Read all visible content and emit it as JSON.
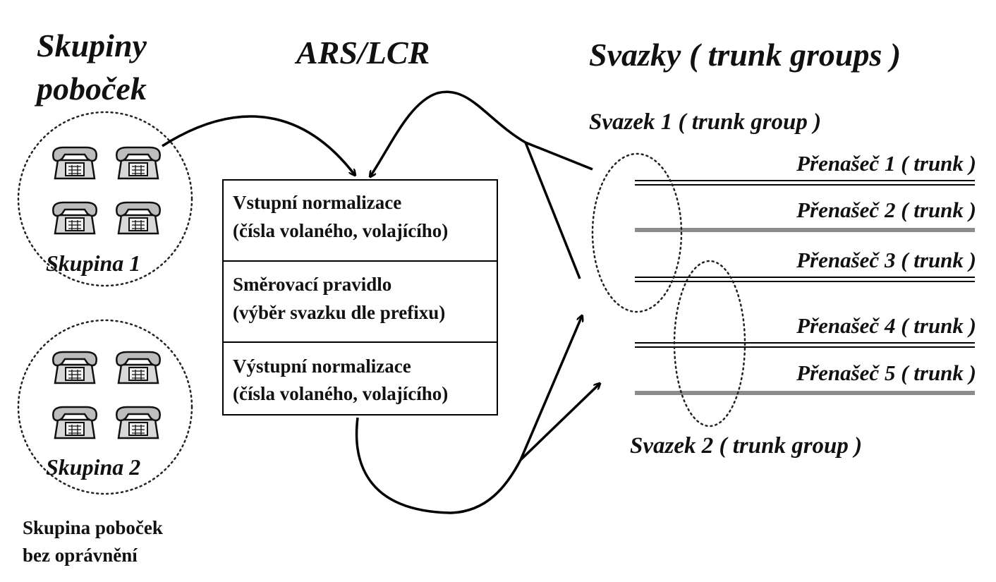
{
  "headers": {
    "branch_groups_line1": "Skupiny",
    "branch_groups_line2": "poboček",
    "ars_lcr": "ARS/LCR",
    "trunk_groups": "Svazky ( trunk groups )"
  },
  "extension_groups": [
    {
      "label": "Skupina 1"
    },
    {
      "label": "Skupina 2"
    }
  ],
  "no_permission_note": {
    "line1": "Skupina poboček",
    "line2": "bez oprávnění"
  },
  "ars_box": {
    "sections": [
      {
        "line1": "Vstupní normalizace",
        "line2": "(čísla volaného, volajícího)"
      },
      {
        "line1": "Směrovací pravidlo",
        "line2": "(výběr svazku dle prefixu)"
      },
      {
        "line1": "Výstupní normalizace",
        "line2": "(čísla volaného, volajícího)"
      }
    ]
  },
  "trunk_group_labels": {
    "group1": "Svazek 1 ( trunk group )",
    "group2": "Svazek 2 ( trunk group )"
  },
  "trunks": [
    {
      "label": "Přenašeč 1 ( trunk )",
      "style": "double"
    },
    {
      "label": "Přenašeč 2 ( trunk )",
      "style": "gray"
    },
    {
      "label": "Přenašeč 3 ( trunk )",
      "style": "double"
    },
    {
      "label": "Přenašeč 4 ( trunk )",
      "style": "double"
    },
    {
      "label": "Přenašeč 5 ( trunk )",
      "style": "gray"
    }
  ],
  "colors": {
    "line": "#000000",
    "trunk_gray": "#8c8c8c",
    "phone_fill": "#d8d8d8"
  }
}
